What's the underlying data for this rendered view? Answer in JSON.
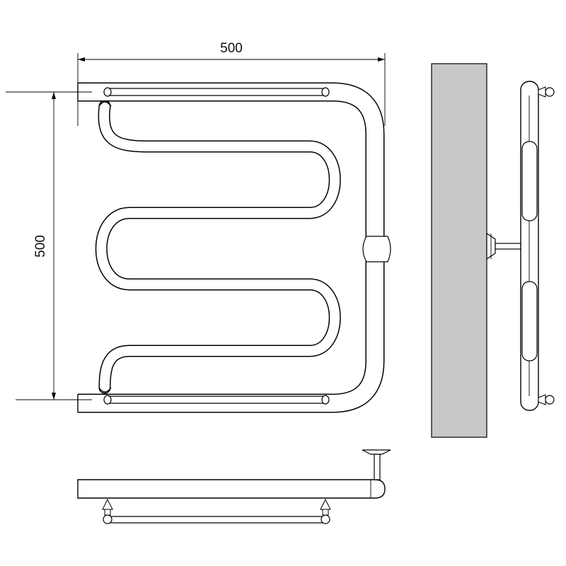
{
  "dimensions": {
    "width_label": "500",
    "height_label": "500"
  },
  "colors": {
    "line": "#000000",
    "wall_fill": "#c8c8c8",
    "pipe_fill": "#ffffff",
    "background": "#ffffff"
  },
  "views": [
    "front-view",
    "side-view",
    "wall-section",
    "top-view"
  ]
}
